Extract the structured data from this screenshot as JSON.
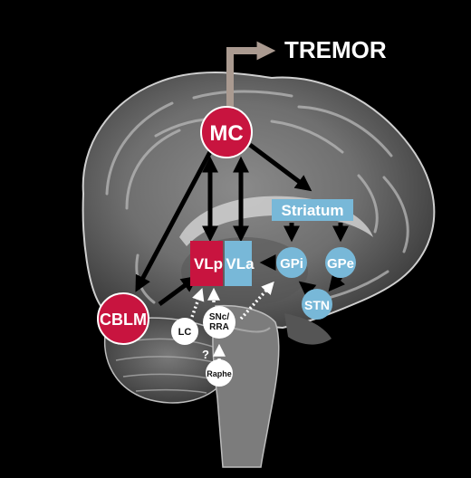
{
  "title": "TREMOR",
  "colors": {
    "background": "#000000",
    "motor_nodes": "#c8143f",
    "basal_ganglia_nodes": "#78b8d8",
    "modulatory_nodes": "#ffffff",
    "pathway_arrow": "#000000",
    "output_arrow": "#aa9a90"
  },
  "nodes": {
    "mc": "MC",
    "cblm": "CBLM",
    "vlp": "VLp",
    "vla": "VLa",
    "striatum": "Striatum",
    "gpi": "GPi",
    "gpe": "GPe",
    "stn": "STN",
    "lc": "LC",
    "snc_rra_line1": "SNc/",
    "snc_rra_line2": "RRA",
    "raphe": "Raphe",
    "unknown": "?"
  }
}
